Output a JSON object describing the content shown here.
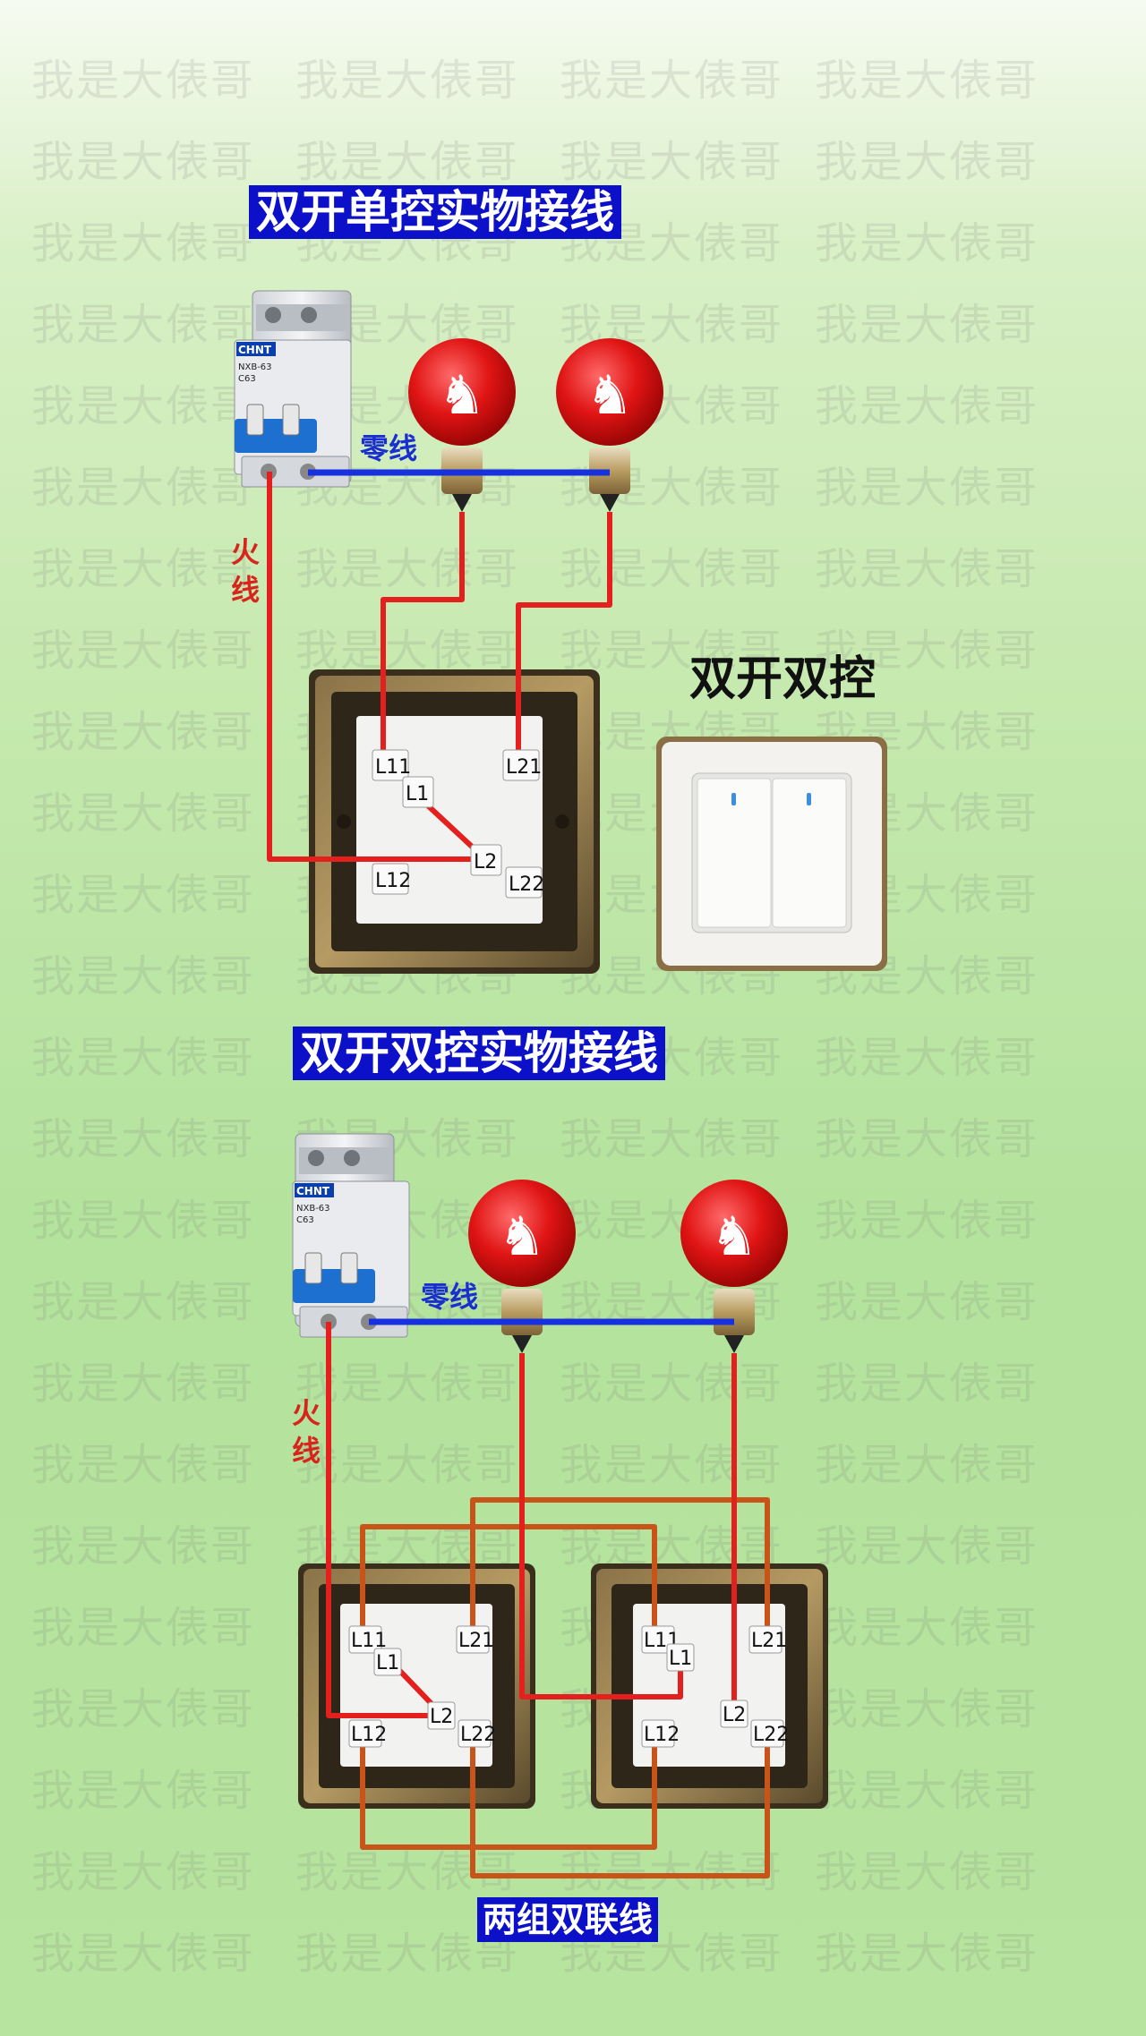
{
  "watermark": {
    "text": "我是大俵哥"
  },
  "top_section": {
    "title": "双开单控实物接线",
    "breaker": {
      "brand": "CHNT",
      "model": "NXB-63",
      "rating": "C63"
    },
    "neutral_label": "零线",
    "live_label": "火线",
    "terminals": {
      "l11": "L11",
      "l1": "L1",
      "l21": "L21",
      "l2": "L2",
      "l12": "L12",
      "l22": "L22"
    }
  },
  "switch_product": {
    "title": "双开双控"
  },
  "bottom_section": {
    "title": "双开双控实物接线",
    "breaker": {
      "brand": "CHNT",
      "model": "NXB-63",
      "rating": "C63"
    },
    "neutral_label": "零线",
    "live_label": "火线",
    "terminals": {
      "l11": "L11",
      "l1": "L1",
      "l21": "L21",
      "l2": "L2",
      "l12": "L12",
      "l22": "L22"
    },
    "caption": "两组双联线"
  },
  "colors": {
    "live_wire": "#e3201d",
    "neutral_wire": "#1730e0",
    "traveler_wire": "#c8541a",
    "title_bg": "#0c10c8",
    "label_red": "#d8251c",
    "label_blue": "#1a2fd0"
  }
}
